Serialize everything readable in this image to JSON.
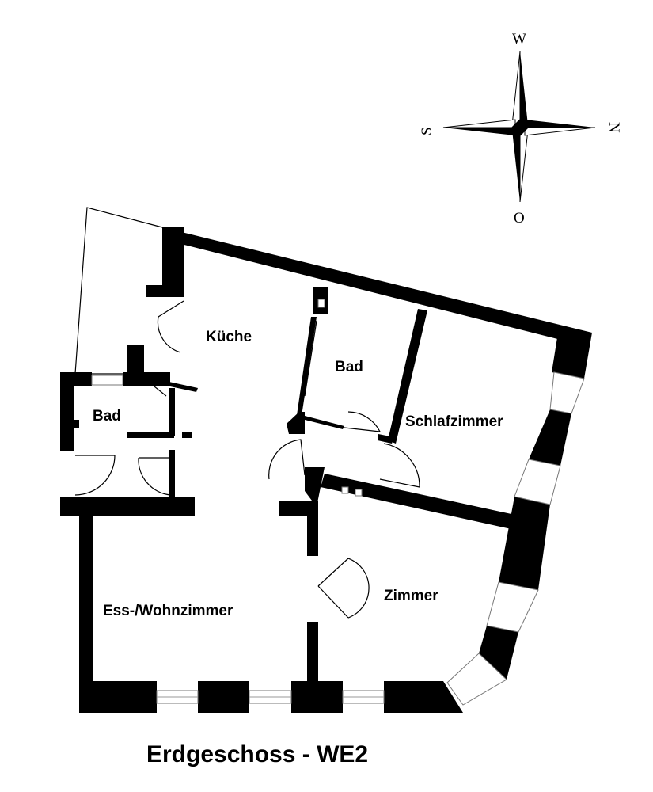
{
  "plan": {
    "title": "Erdgeschoss - WE2",
    "rooms": {
      "kitchen": "Küche",
      "bath_upper": "Bad",
      "bath_left": "Bad",
      "bedroom": "Schlafzimmer",
      "room": "Zimmer",
      "living": "Ess-/Wohnzimmer"
    }
  },
  "compass": {
    "north": "N",
    "south": "S",
    "west": "W",
    "east": "O"
  },
  "colors": {
    "wall": "#000000",
    "background": "#ffffff"
  }
}
